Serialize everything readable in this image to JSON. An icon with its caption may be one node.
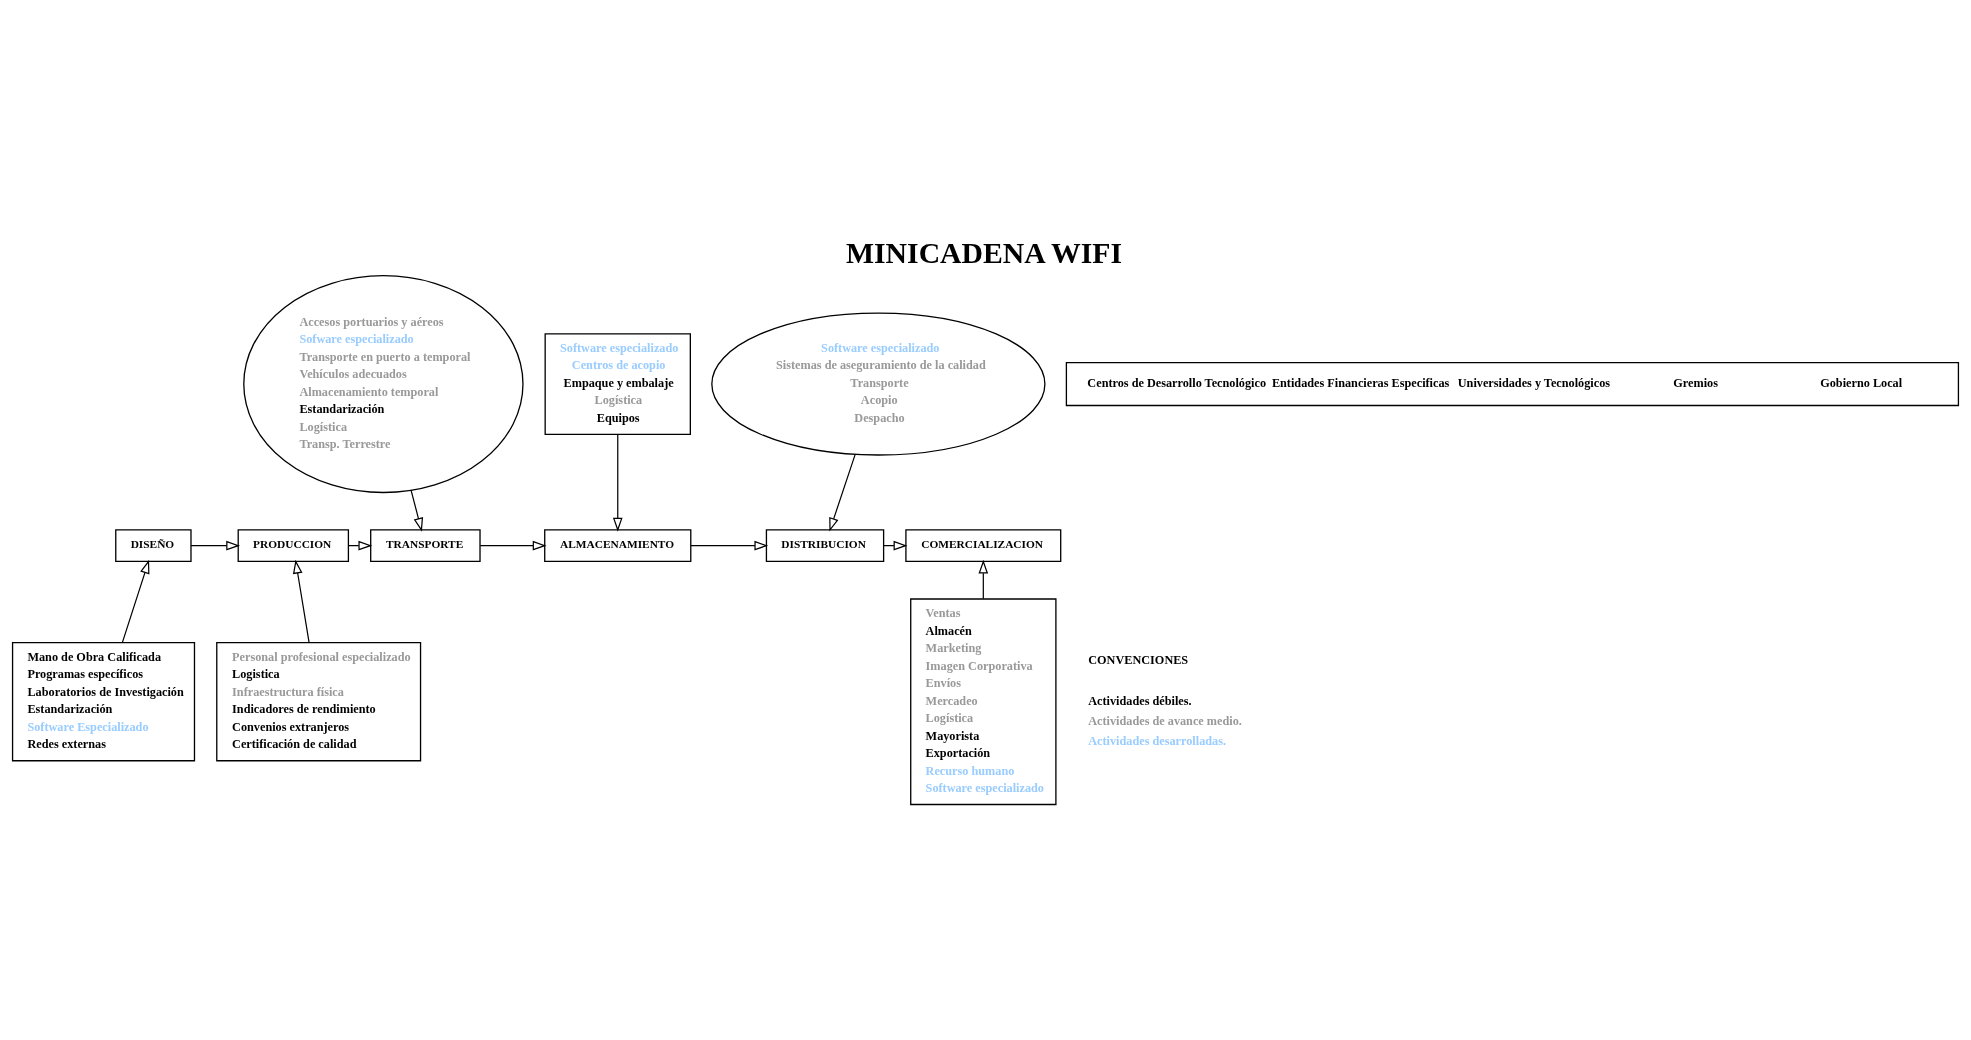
{
  "diagram": {
    "title": "MINICADENA WIFI",
    "nodes": [
      {
        "text": [
          "DISEÑO"
        ]
      },
      {
        "text": [
          "PRODUCCION"
        ]
      },
      {
        "text": [
          "TRANSPORTE"
        ]
      },
      {
        "text": [
          "ALMACENAMIENTO"
        ]
      },
      {
        "text": [
          "DISTRIBUCION"
        ]
      },
      {
        "text": [
          "COMERCIALIZACION"
        ]
      },
      {
        "text": [
          "Centros de Desarrollo Tecnológico",
          "Entidades Financieras Especificas",
          "Universidades y Tecnológicos",
          "Gremios",
          "Gobierno Local"
        ]
      },
      {
        "text": [
          "Accesos portuarios y aéreos",
          "Sofware especializado",
          "Transporte en puerto a temporal",
          "Vehículos adecuados",
          "Almacenamiento temporal",
          "Estandarización",
          "Logística",
          "Transp. Terrestre"
        ]
      },
      {
        "text": [
          "Software especializado",
          "Centros de acopio",
          "Empaque y embalaje",
          "Logística",
          "Equipos"
        ]
      },
      {
        "text": [
          "Software especializado",
          "Sistemas de aseguramiento de la calidad",
          "Transporte",
          "Acopio",
          "Despacho"
        ]
      },
      {
        "text": [
          "Mano de Obra Calificada",
          "Programas específicos",
          "Laboratorios de Investigación",
          "Estandarización",
          "Software Especializado",
          "Redes externas"
        ]
      },
      {
        "text": [
          "Personal profesional especializado",
          "Logistica",
          "Infraestructura física",
          "Indicadores de rendimiento",
          "Convenios extranjeros",
          "Certificación de calidad"
        ]
      },
      {
        "text": [
          "Ventas",
          "Almacén",
          "Marketing",
          "Imagen Corporativa",
          "Envíos",
          "Mercadeo",
          "Logística",
          "Mayorista",
          "Exportación",
          "Recurso humano",
          "Software especializado"
        ]
      }
    ],
    "edges": [
      {
        "from": 0,
        "to": 1,
        "arrow": "to"
      },
      {
        "from": 1,
        "to": 2,
        "arrow": "to"
      },
      {
        "from": 2,
        "to": 3,
        "arrow": "to"
      },
      {
        "from": 3,
        "to": 4,
        "arrow": "to"
      },
      {
        "from": 4,
        "to": 5,
        "arrow": "to"
      },
      {
        "from": 7,
        "to": 2,
        "arrow": "to"
      },
      {
        "from": 8,
        "to": 3,
        "arrow": "to"
      },
      {
        "from": 9,
        "to": 4,
        "arrow": "to"
      },
      {
        "from": 10,
        "to": 0,
        "arrow": "to"
      },
      {
        "from": 11,
        "to": 1,
        "arrow": "to"
      },
      {
        "from": 12,
        "to": 5,
        "arrow": "to"
      }
    ],
    "labels": [
      "CONVENCIONES"
    ],
    "legend": [
      {
        "text": "Actividades débiles.",
        "color": "#000000"
      },
      {
        "text": "Actividades de avance medio.",
        "color": "#999999"
      },
      {
        "text": "Actividades desarrolladas.",
        "color": "#99ccff"
      }
    ]
  }
}
